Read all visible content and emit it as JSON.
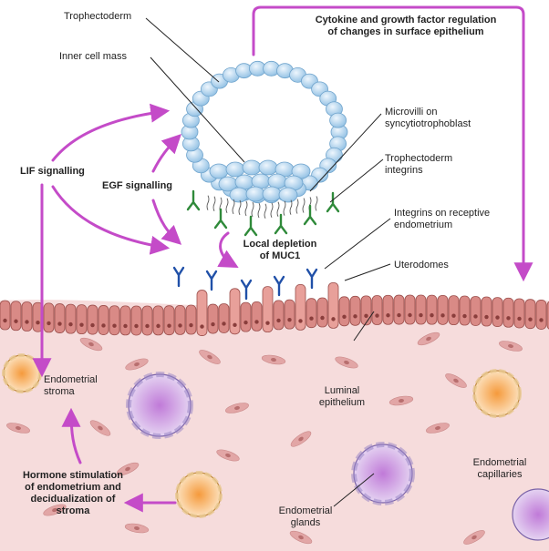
{
  "labels": {
    "trophectoderm": "Trophectoderm",
    "inner_cell_mass": "Inner cell mass",
    "cytokine": "Cytokine and growth factor regulation\nof changes in surface epithelium",
    "microvilli": "Microvilli on\nsyncytiotrophoblast",
    "troph_integrins": "Trophectoderm\nintegrins",
    "integrins_receptive": "Integrins on receptive\nendometrium",
    "uterodomes": "Uterodomes",
    "lif": "LIF signalling",
    "egf": "EGF signalling",
    "muc1": "Local depletion\nof MUC1",
    "endometrial_stroma": "Endometrial\nstroma",
    "luminal_epithelium": "Luminal\nepithelium",
    "hormone": "Hormone stimulation\nof endometrium and\ndecidualization of\nstroma",
    "endometrial_glands": "Endometrial\nglands",
    "endometrial_capillaries": "Endometrial\ncapillaries"
  },
  "colors": {
    "arrow": "#c44bc8",
    "tissue": "#f6dcdc",
    "epithelium": "#d98a86",
    "blastocyst": "#a8cde9",
    "troph_integrin": "#2f8a3a",
    "endo_integrin": "#2050a8",
    "gland": "#b79ad6",
    "capillary": "#f3b15a"
  }
}
